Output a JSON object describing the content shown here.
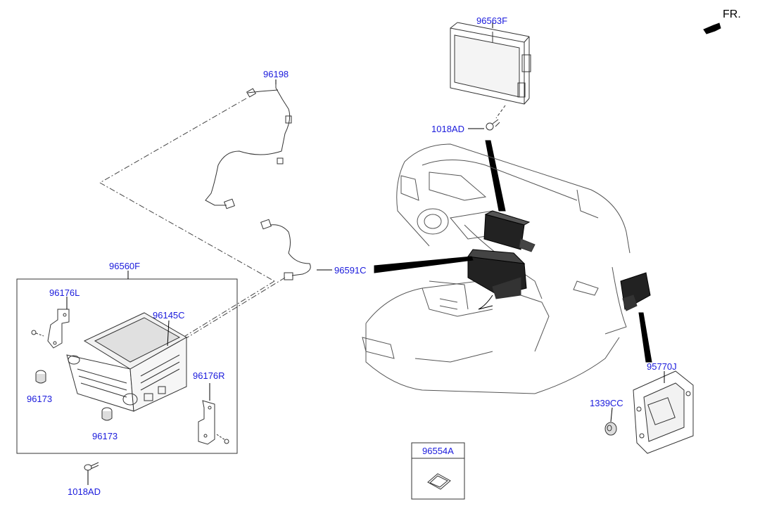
{
  "direction": {
    "label": "FR."
  },
  "parts": {
    "p96563F": "96563F",
    "p1018AD_top": "1018AD",
    "p96198": "96198",
    "p96591C": "96591C",
    "p96560F": "96560F",
    "p96176L": "96176L",
    "p96145C": "96145C",
    "p96173_a": "96173",
    "p96173_b": "96173",
    "p96176R": "96176R",
    "p1018AD_bottom": "1018AD",
    "p96554A": "96554A",
    "p95770J": "95770J",
    "p1339CC": "1339CC"
  },
  "colors": {
    "label": "#1a1adc",
    "line": "#333333",
    "leader": "#000000"
  }
}
